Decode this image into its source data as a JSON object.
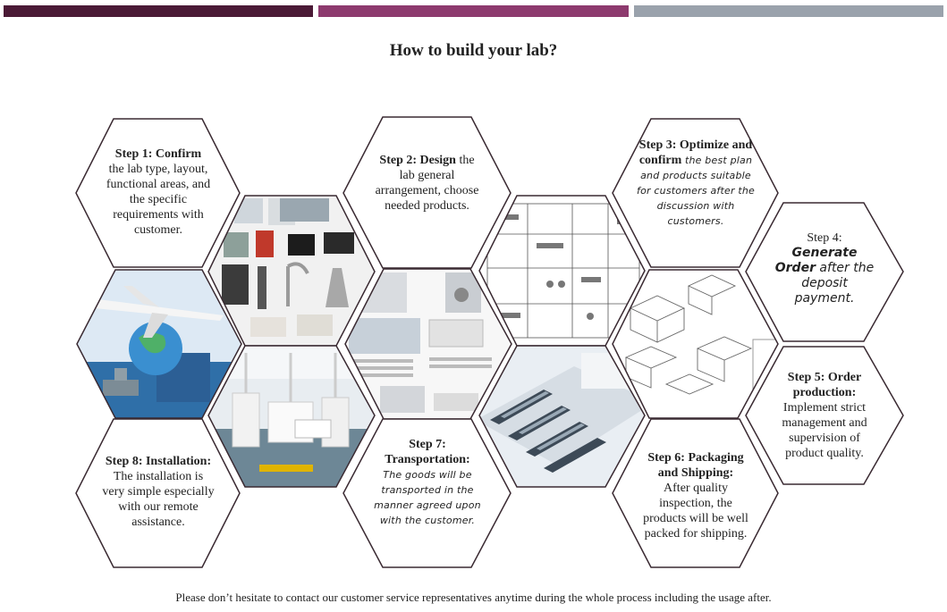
{
  "title": "How to build your lab?",
  "footer": "Please don’t hesitate to contact our customer service representatives anytime during the whole process including the usage after.",
  "colors": {
    "bar1": "#4b1a36",
    "bar2": "#8d3a6e",
    "bar3": "#9aa2ac",
    "hex_border": "#3a2a32"
  },
  "steps": [
    {
      "head": "Step 1: Confirm",
      "body": "the lab type, layout, functional areas, and the specific requirements with customer."
    },
    {
      "head": "Step 2: Design",
      "tail": " the",
      "body": "lab general arrangement, choose needed products."
    },
    {
      "head": "Step 3: Optimize and confirm",
      "body": " the best plan and products suitable for customers after the discussion with customers."
    },
    {
      "head": "Step 4:",
      "body": "Generate Order",
      "tail": " after the deposit payment."
    },
    {
      "head": "Step 5: Order production:",
      "body": "Implement strict management and supervision of product quality."
    },
    {
      "head": "Step 6: Packaging and Shipping:",
      "body": "After quality inspection, the products will be well packed for shipping."
    },
    {
      "head": "Step 7: Transportation:",
      "body": "The goods will be transported in the manner agreed upon with the customer."
    },
    {
      "head": "Step 8: Installation:",
      "body": " The installation is very simple especially with our remote assistance."
    }
  ],
  "images": {
    "lab_accessories": "lab-accessories-photo",
    "airplane_globe": "airplane-globe-photo",
    "lab_interior": "lab-interior-photo",
    "product_details": "product-details-photo",
    "floor_plan": "floor-plan-drawing",
    "furniture_drawing": "furniture-drawing",
    "lab_3d_render": "lab-3d-render"
  }
}
